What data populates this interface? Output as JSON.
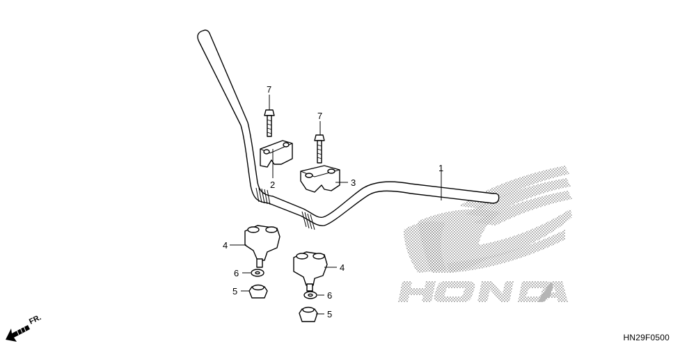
{
  "diagram": {
    "callouts": [
      {
        "id": "c1",
        "text": "1"
      },
      {
        "id": "c2",
        "text": "2"
      },
      {
        "id": "c3",
        "text": "3"
      },
      {
        "id": "c4a",
        "text": "4"
      },
      {
        "id": "c4b",
        "text": "4"
      },
      {
        "id": "c5a",
        "text": "5"
      },
      {
        "id": "c5b",
        "text": "5"
      },
      {
        "id": "c6a",
        "text": "6"
      },
      {
        "id": "c6b",
        "text": "6"
      },
      {
        "id": "c7a",
        "text": "7"
      },
      {
        "id": "c7b",
        "text": "7"
      }
    ],
    "direction_label": "FR.",
    "watermark": "HONDA",
    "figure_code": "HN29F0500"
  }
}
